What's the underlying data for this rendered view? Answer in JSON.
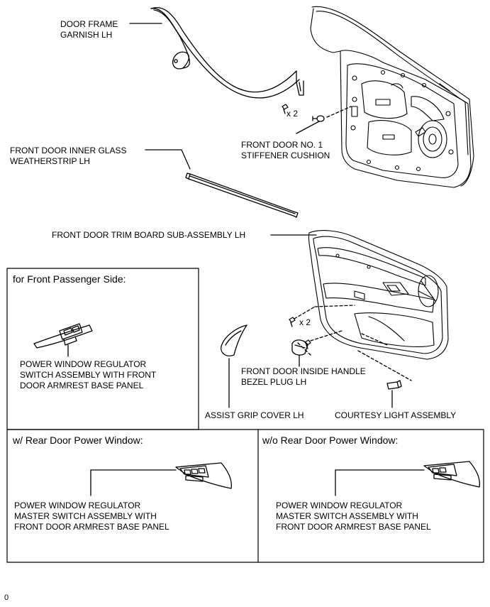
{
  "labels": {
    "door_frame_garnish": [
      "DOOR FRAME",
      "GARNISH LH"
    ],
    "qty_x2_top": "x 2",
    "stiffener_cushion": [
      "FRONT DOOR NO. 1",
      "STIFFENER CUSHION"
    ],
    "inner_glass_weatherstrip": [
      "FRONT DOOR INNER GLASS",
      "WEATHERSTRIP LH"
    ],
    "trim_board": [
      "FRONT DOOR TRIM BOARD SUB-ASSEMBLY LH"
    ],
    "qty_x2_trim": "x 2",
    "inside_handle_bezel_plug": [
      "FRONT DOOR INSIDE HANDLE",
      "BEZEL PLUG LH"
    ],
    "assist_grip_cover": [
      "ASSIST GRIP COVER LH"
    ],
    "courtesy_light": [
      "COURTESY LIGHT ASSEMBLY"
    ]
  },
  "boxes": {
    "front_passenger": {
      "title": "for Front Passenger Side:",
      "part_label": [
        "POWER WINDOW REGULATOR",
        "SWITCH ASSEMBLY WITH FRONT",
        "DOOR ARMREST BASE PANEL"
      ]
    },
    "with_rear_power_window": {
      "title": "w/ Rear Door Power Window:",
      "part_label": [
        "POWER WINDOW REGULATOR",
        "MASTER SWITCH ASSEMBLY WITH",
        "FRONT DOOR ARMREST BASE PANEL"
      ]
    },
    "without_rear_power_window": {
      "title": "w/o Rear Door Power Window:",
      "part_label": [
        "POWER WINDOW REGULATOR",
        "MASTER SWITCH ASSEMBLY WITH",
        "FRONT DOOR ARMREST BASE PANEL"
      ]
    }
  },
  "figure_number": "0",
  "colors": {
    "line": "#000000",
    "background": "#ffffff"
  }
}
